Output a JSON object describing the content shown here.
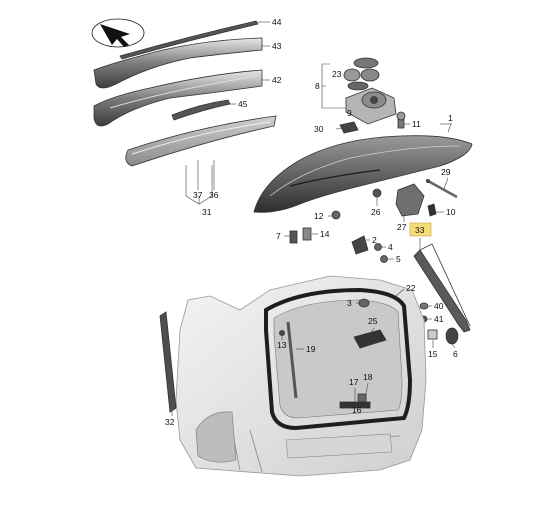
{
  "diagram": {
    "callouts": {
      "c1": "1",
      "c2": "2",
      "c3": "3",
      "c4": "4",
      "c5": "5",
      "c6": "6",
      "c7": "7",
      "c8": "8",
      "c9": "9",
      "c10": "10",
      "c11": "11",
      "c12": "12",
      "c13": "13",
      "c14": "14",
      "c15": "15",
      "c16": "16",
      "c17": "17",
      "c18": "18",
      "c19": "19",
      "c22": "22",
      "c23": "23",
      "c25": "25",
      "c26": "26",
      "c27": "27",
      "c29": "29",
      "c30": "30",
      "c31": "31",
      "c32": "32",
      "c33": "33",
      "c36": "36",
      "c37": "37",
      "c40": "40",
      "c41": "41",
      "c42": "42",
      "c43": "43",
      "c44": "44",
      "c45": "45"
    },
    "highlight_color": "#f6dc79",
    "icons": [
      "direction-arrow-icon"
    ]
  }
}
